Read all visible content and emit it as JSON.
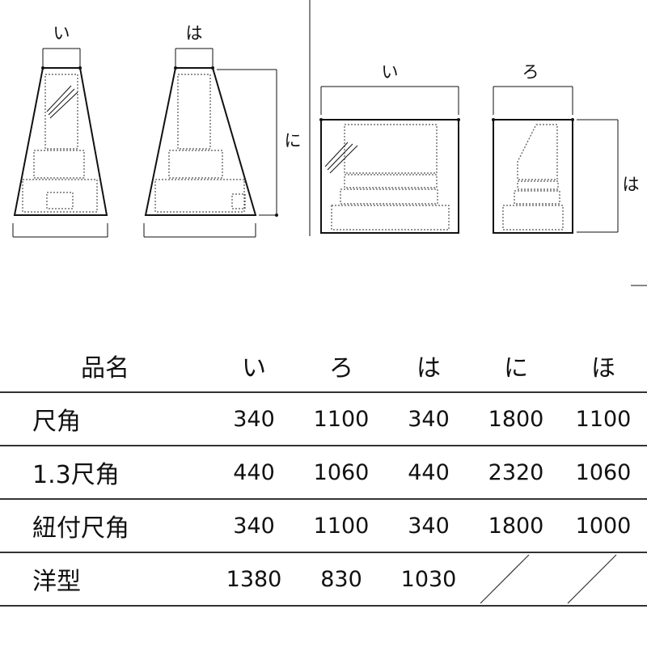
{
  "diagram": {
    "wa_front_width_label": "い",
    "wa_side_width_label": "は",
    "wa_height_label": "に",
    "yo_front_width_label": "い",
    "yo_side_width_label": "ろ",
    "yo_height_label": "は"
  },
  "table": {
    "headers": [
      "品名",
      "い",
      "ろ",
      "は",
      "に",
      "ほ"
    ],
    "rows": [
      {
        "name": "尺角",
        "values": [
          "340",
          "1100",
          "340",
          "1800",
          "1100"
        ]
      },
      {
        "name": "1.3尺角",
        "values": [
          "440",
          "1060",
          "440",
          "2320",
          "1060"
        ]
      },
      {
        "name": "紐付尺角",
        "values": [
          "340",
          "1100",
          "340",
          "1800",
          "1000"
        ]
      },
      {
        "name": "洋型",
        "values": [
          "1380",
          "830",
          "1030",
          "",
          ""
        ]
      }
    ]
  }
}
